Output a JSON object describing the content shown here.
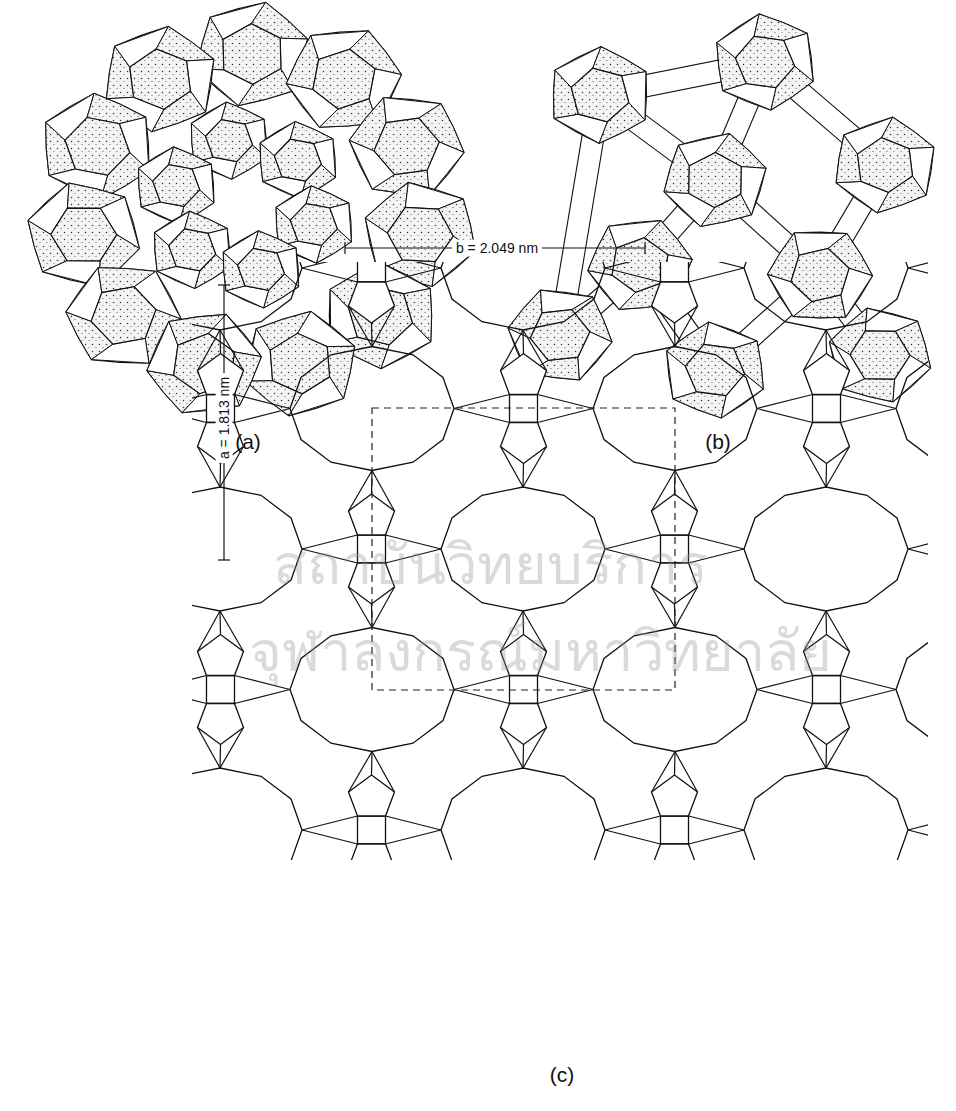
{
  "diagram": {
    "labels": [
      "(a)",
      "(b)",
      "(c)",
      "b = 2.049 nm",
      "a = 1.813 nm",
      "สถาบันวิทยบริการ",
      "จุฬาลงกรณ์มหาวิทยาลัย"
    ]
  }
}
